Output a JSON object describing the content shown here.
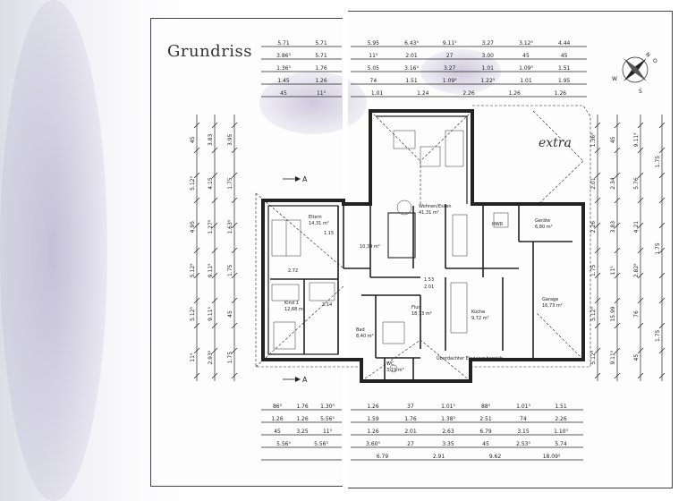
{
  "title": "Grundriss",
  "note": "extra",
  "compass": {
    "north": "N",
    "east": "O",
    "south": "S",
    "west": "W"
  },
  "section_markers": {
    "top": "A",
    "bottom": "A"
  },
  "rooms": {
    "eltern": {
      "name": "Eltern",
      "area": "14,31 m²"
    },
    "kind1": {
      "name": "Kind 1",
      "area": "12,68 m²"
    },
    "bad": {
      "name": "Bad",
      "area": "8,40 m²"
    },
    "wc": {
      "name": "WC",
      "area": "3,19 m²"
    },
    "wohnen": {
      "name": "Wohnen/Essen",
      "area": "41,31 m²"
    },
    "ankleide": {
      "name": "",
      "area": "10,34 m²"
    },
    "flur": {
      "name": "Flur",
      "area": "18,73 m²"
    },
    "kueche": {
      "name": "Küche",
      "area": "9,72 m²"
    },
    "hwr": {
      "name": "HWR",
      "area": ""
    },
    "geraete": {
      "name": "Geräte",
      "area": "6,80 m²"
    },
    "garage": {
      "name": "Garage",
      "area": "16,73 m²"
    },
    "eingang": {
      "name": "Überdachter Eingangsbereich",
      "area": ""
    }
  },
  "dims_top_left": [
    "5.71",
    "5.71",
    "3.86⁵",
    "5.71",
    "1.36⁵",
    "1.76",
    "1.45",
    "1.26",
    "45",
    "11⁵"
  ],
  "dims_top_right": [
    "5.95",
    "6.43⁵",
    "9.11⁵",
    "3.27",
    "3.12⁵",
    "4.44",
    "11⁵",
    "2.01",
    "27",
    "3.00",
    "45",
    "45",
    "5.05",
    "3.16⁵",
    "3.27",
    "1.01",
    "1.09⁵",
    "1.51",
    "74",
    "1.51",
    "1.09⁵",
    "1.22⁵",
    "1.01",
    "1.95",
    "1.01",
    "1.24",
    "2.26",
    "1.26",
    "1.26"
  ],
  "dims_bottom_left": [
    "86⁵",
    "1.76",
    "1.30⁵",
    "1.26",
    "1.26",
    "5.56⁵",
    "45",
    "3.25",
    "11⁵",
    "5.56⁵",
    "5.56⁵"
  ],
  "dims_bottom_right": [
    "1.26",
    "37",
    "1.01⁵",
    "88⁵",
    "1.01⁵",
    "1.51",
    "1.59",
    "1.76",
    "1.38⁵",
    "2.51",
    "74",
    "2.26",
    "1.26",
    "2.01",
    "2.63",
    "6.79",
    "3.15",
    "1.10⁵",
    "3.60⁵",
    "27",
    "3.35",
    "45",
    "2.53⁵",
    "5.74",
    "6.79",
    "2.91",
    "9.62",
    "18.09⁵"
  ],
  "dims_left": [
    "45",
    "5.12⁵",
    "4.95",
    "5.12⁵",
    "5.12⁵",
    "11⁵",
    "3.83",
    "4.15",
    "1.27⁵",
    "9.11⁵",
    "9.11⁵",
    "2.93⁵",
    "3.95",
    "1.75",
    "1.63⁵",
    "1.75",
    "45",
    "1.75"
  ],
  "dims_right": [
    "1.36⁵",
    "2.01",
    "2.26",
    "1.75",
    "5.12⁵",
    "5.12⁵",
    "45",
    "2.34",
    "3.83",
    "11⁵",
    "15.99",
    "9.11⁵",
    "9.11⁵",
    "5.76",
    "4.21",
    "2.82⁵",
    "76",
    "45",
    "1.75",
    "1.75",
    "1.75"
  ],
  "interior_dims": [
    "2.72",
    "3.14",
    "1.15",
    "1.53",
    "2.01"
  ]
}
